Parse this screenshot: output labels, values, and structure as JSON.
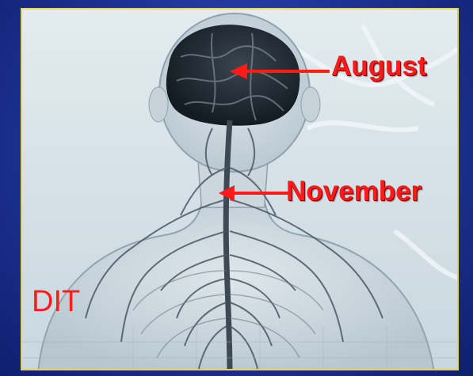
{
  "labels": {
    "august": "August",
    "november": "November",
    "dit": "DIT"
  },
  "colors": {
    "background": "#1d3396",
    "border": "#e8d44a",
    "label": "#ff1a1a",
    "arrow": "#ff1a1a"
  },
  "icons": {
    "arrow": "left-arrow-icon"
  }
}
